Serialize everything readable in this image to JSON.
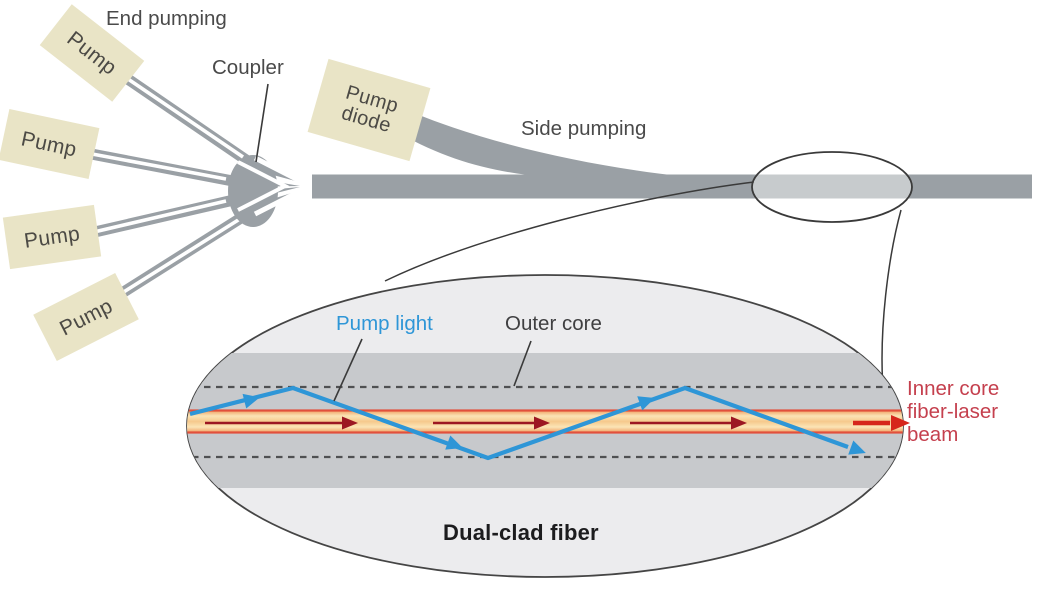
{
  "end_pumping": {
    "label": "End pumping",
    "coupler_label": "Coupler",
    "pumps": [
      "Pump",
      "Pump",
      "Pump",
      "Pump"
    ]
  },
  "side_pumping": {
    "label": "Side pumping",
    "diode_label": "Pump\ndiode"
  },
  "detail": {
    "pump_light_label": "Pump light",
    "outer_core_label": "Outer core",
    "inner_core_label": "Inner core\nfiber-laser\nbeam",
    "caption": "Dual-clad fiber"
  },
  "colors": {
    "pump_box_fill": "#e9e4c6",
    "fiber_gray": "#9aa0a5",
    "band_gray": "#c7c9cc",
    "ellipse_fill": "#ececee",
    "pump_light_blue": "#2e96d7",
    "core_border_red": "#e2503c",
    "beam_dark_red": "#9c1722",
    "beam_bright_red": "#d6261b",
    "inner_core_text_red": "#c5404e",
    "label_gray": "#4a4a4a"
  }
}
